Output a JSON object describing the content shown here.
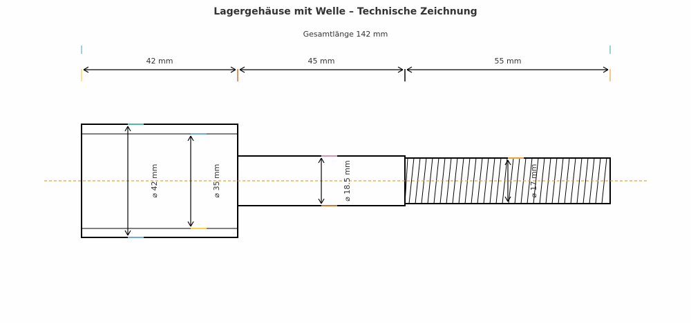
{
  "title": "Lagergehäuse mit Welle – Technische Zeichnung",
  "total_length_label": "Gesamtlänge 142 mm",
  "segment_labels": [
    "42 mm",
    "45 mm",
    "55 mm"
  ],
  "diameter_labels": {
    "housing_outer": "⌀ 42 mm",
    "housing_bore": "⌀ 35 mm",
    "shaft": "⌀ 18.5 mm",
    "thread": "⌀ 17 mm"
  },
  "colors": {
    "line": "#000000",
    "text": "#333333",
    "centerline": "#e8a33a",
    "accent_teal": "#4bb8a9",
    "accent_blue": "#6fa8dc",
    "accent_yellow": "#f0d44b",
    "accent_orange": "#d2722d",
    "accent_pink": "#d88fb0"
  }
}
